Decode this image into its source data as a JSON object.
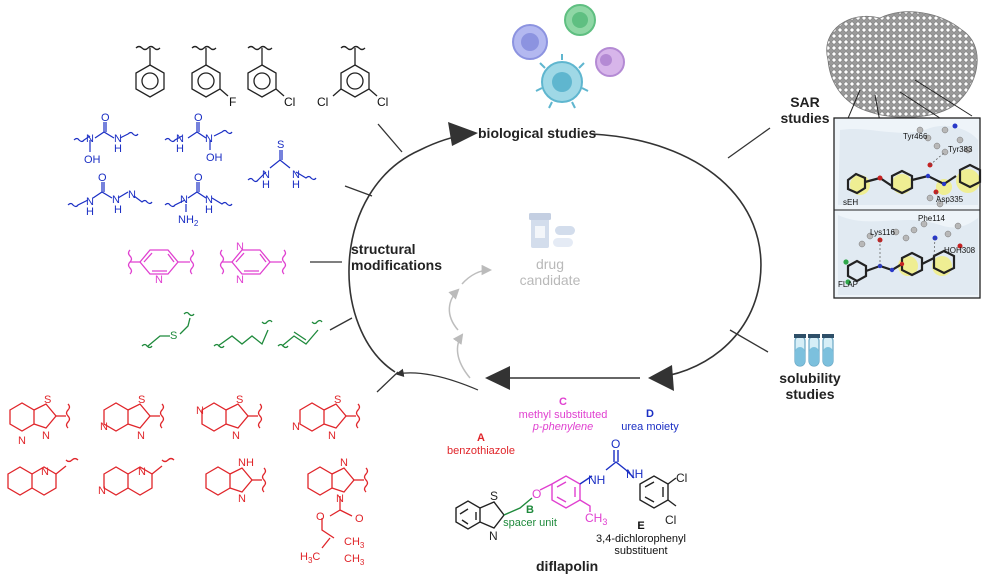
{
  "colors": {
    "aryl": "#222222",
    "urea": "#1b2fc4",
    "pyridine": "#e040d0",
    "spacer": "#1f8a3c",
    "heteroaryl": "#e0252a",
    "arrow": "#333333",
    "faded": "#b9b9b9"
  },
  "center": {
    "structural_modifications": [
      "structural",
      "modifications"
    ],
    "biological_studies": "biological studies",
    "drug_candidate": [
      "drug",
      "candidate"
    ],
    "sar_studies": [
      "SAR",
      "studies"
    ],
    "solubility_studies": [
      "solubility",
      "studies"
    ],
    "diflapolin": "diflapolin"
  },
  "aryl_row": {
    "substituents": [
      "F",
      "Cl",
      "Cl",
      "Cl"
    ]
  },
  "urea_row": {
    "oh_1": "OH",
    "nh_1": "N",
    "h_1": "H",
    "oh_2": "OH",
    "s": "S",
    "nh2": "NH",
    "h2_sub": "2"
  },
  "labels": {
    "A": {
      "letter": "A",
      "text": "benzothiazole"
    },
    "B": {
      "letter": "B",
      "text": "spacer unit"
    },
    "C": {
      "letter": "C",
      "text": [
        "methyl substituted",
        "p-phenylene"
      ]
    },
    "D": {
      "letter": "D",
      "text": "urea moiety"
    },
    "E": {
      "letter": "E",
      "text": [
        "3,4-dichlorophenyl",
        "substituent"
      ]
    }
  },
  "molecule": {
    "o": "O",
    "nh_top": "NH",
    "nh_mid": "NH",
    "ch3": "CH",
    "ch3_sub": "3",
    "cl1": "Cl",
    "cl2": "Cl",
    "s": "S",
    "n": "N"
  },
  "red_groups": {
    "s_labels": [
      "S",
      "S",
      "S",
      "S"
    ],
    "n_labels": [
      "N",
      "N",
      "N",
      "N",
      "N",
      "N",
      "N",
      "N",
      "N"
    ],
    "nh": "H",
    "boc_o1": "O",
    "boc_o2": "O",
    "boc_ch3_left": "H",
    "boc_ch3_top": "CH",
    "boc_ch3_right": "CH",
    "sub3": "3"
  },
  "protein_panel": {
    "top": {
      "enzyme": "sEH",
      "residues": [
        "Tyr466",
        "Tyr383",
        "Asp335"
      ]
    },
    "bottom": {
      "enzyme": "FLAP",
      "residues": [
        "Phe114",
        "Lys116",
        "HOH308"
      ]
    }
  }
}
